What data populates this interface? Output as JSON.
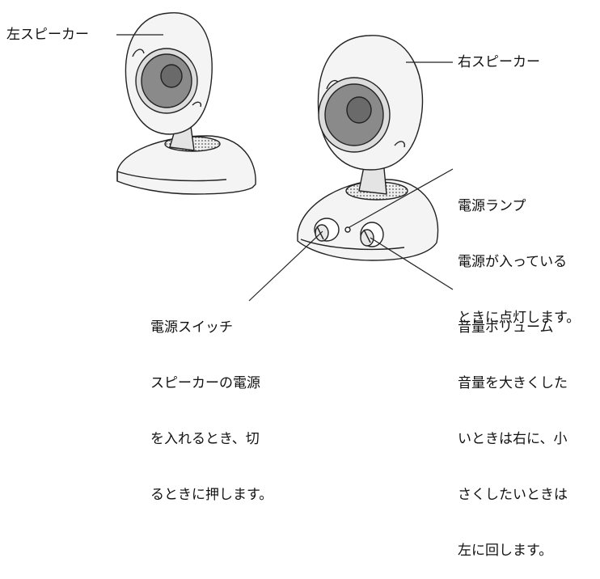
{
  "labels": {
    "left_speaker": "左スピーカー",
    "right_speaker": "右スピーカー",
    "power_lamp": {
      "title": "電源ランプ",
      "lines": [
        "電源が入っている",
        "ときに点灯します。"
      ]
    },
    "power_switch": {
      "title": "電源スイッチ",
      "lines": [
        "スピーカーの電源",
        "を入れるとき、切",
        "るときに押します。"
      ]
    },
    "volume": {
      "title": "音量ボリューム",
      "lines": [
        "音量を大きくした",
        "いときは右に、小",
        "さくしたいときは",
        "左に回します。"
      ]
    }
  },
  "colors": {
    "outline": "#222222",
    "body_fill": "#f4f4f4",
    "shade_fill": "#dcdcdc",
    "cone_fill": "#8a8a8a",
    "cone_dark": "#5a5a5a"
  }
}
